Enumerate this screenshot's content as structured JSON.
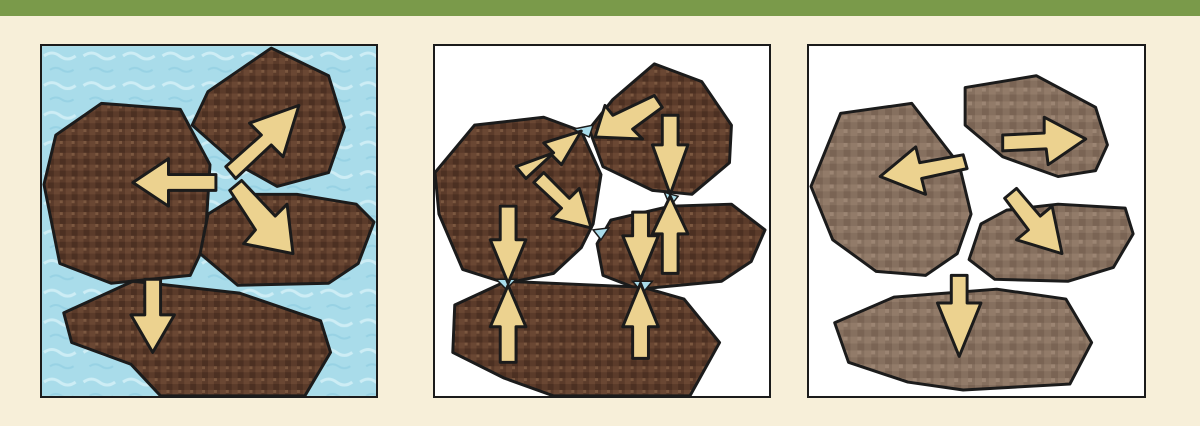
{
  "colors": {
    "top_bar": "#7a9a4a",
    "background": "#f7efd9",
    "water": "#a9dcea",
    "water_texture": "#cfeef6",
    "clay_dark": "#5b3b2a",
    "clay_mid": "#7a5640",
    "clay_faded": "#86705f",
    "arrow_fill": "#ecd28f",
    "outline": "#1b1b1b",
    "panel_empty": "#ffffff"
  },
  "panels": [
    {
      "name": "swelling-saturated-panel",
      "fill": "water",
      "particles": "clay_dark"
    },
    {
      "name": "shrinking-drying-panel",
      "fill": "panel_empty",
      "particles": "clay_dark"
    },
    {
      "name": "separated-dry-panel",
      "fill": "panel_empty",
      "particles": "clay_faded"
    }
  ],
  "icons": {
    "arrow": "arrow-icon",
    "converging_arrows": "converging-arrows-icon"
  }
}
